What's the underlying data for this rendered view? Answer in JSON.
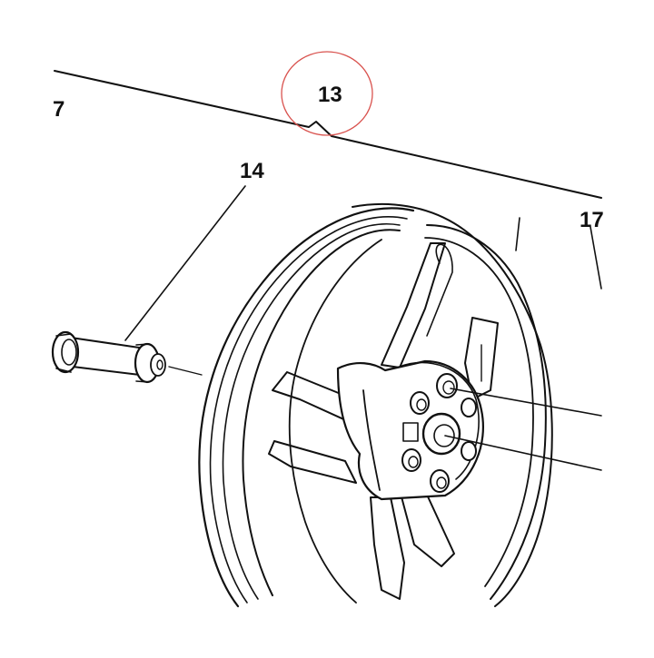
{
  "diagram": {
    "labels": {
      "left_edge": "7",
      "top_center": "13",
      "axle": "14",
      "right_edge": "17"
    },
    "highlight_color": "#d9534f",
    "line_color": "#111111",
    "background": "#ffffff"
  }
}
